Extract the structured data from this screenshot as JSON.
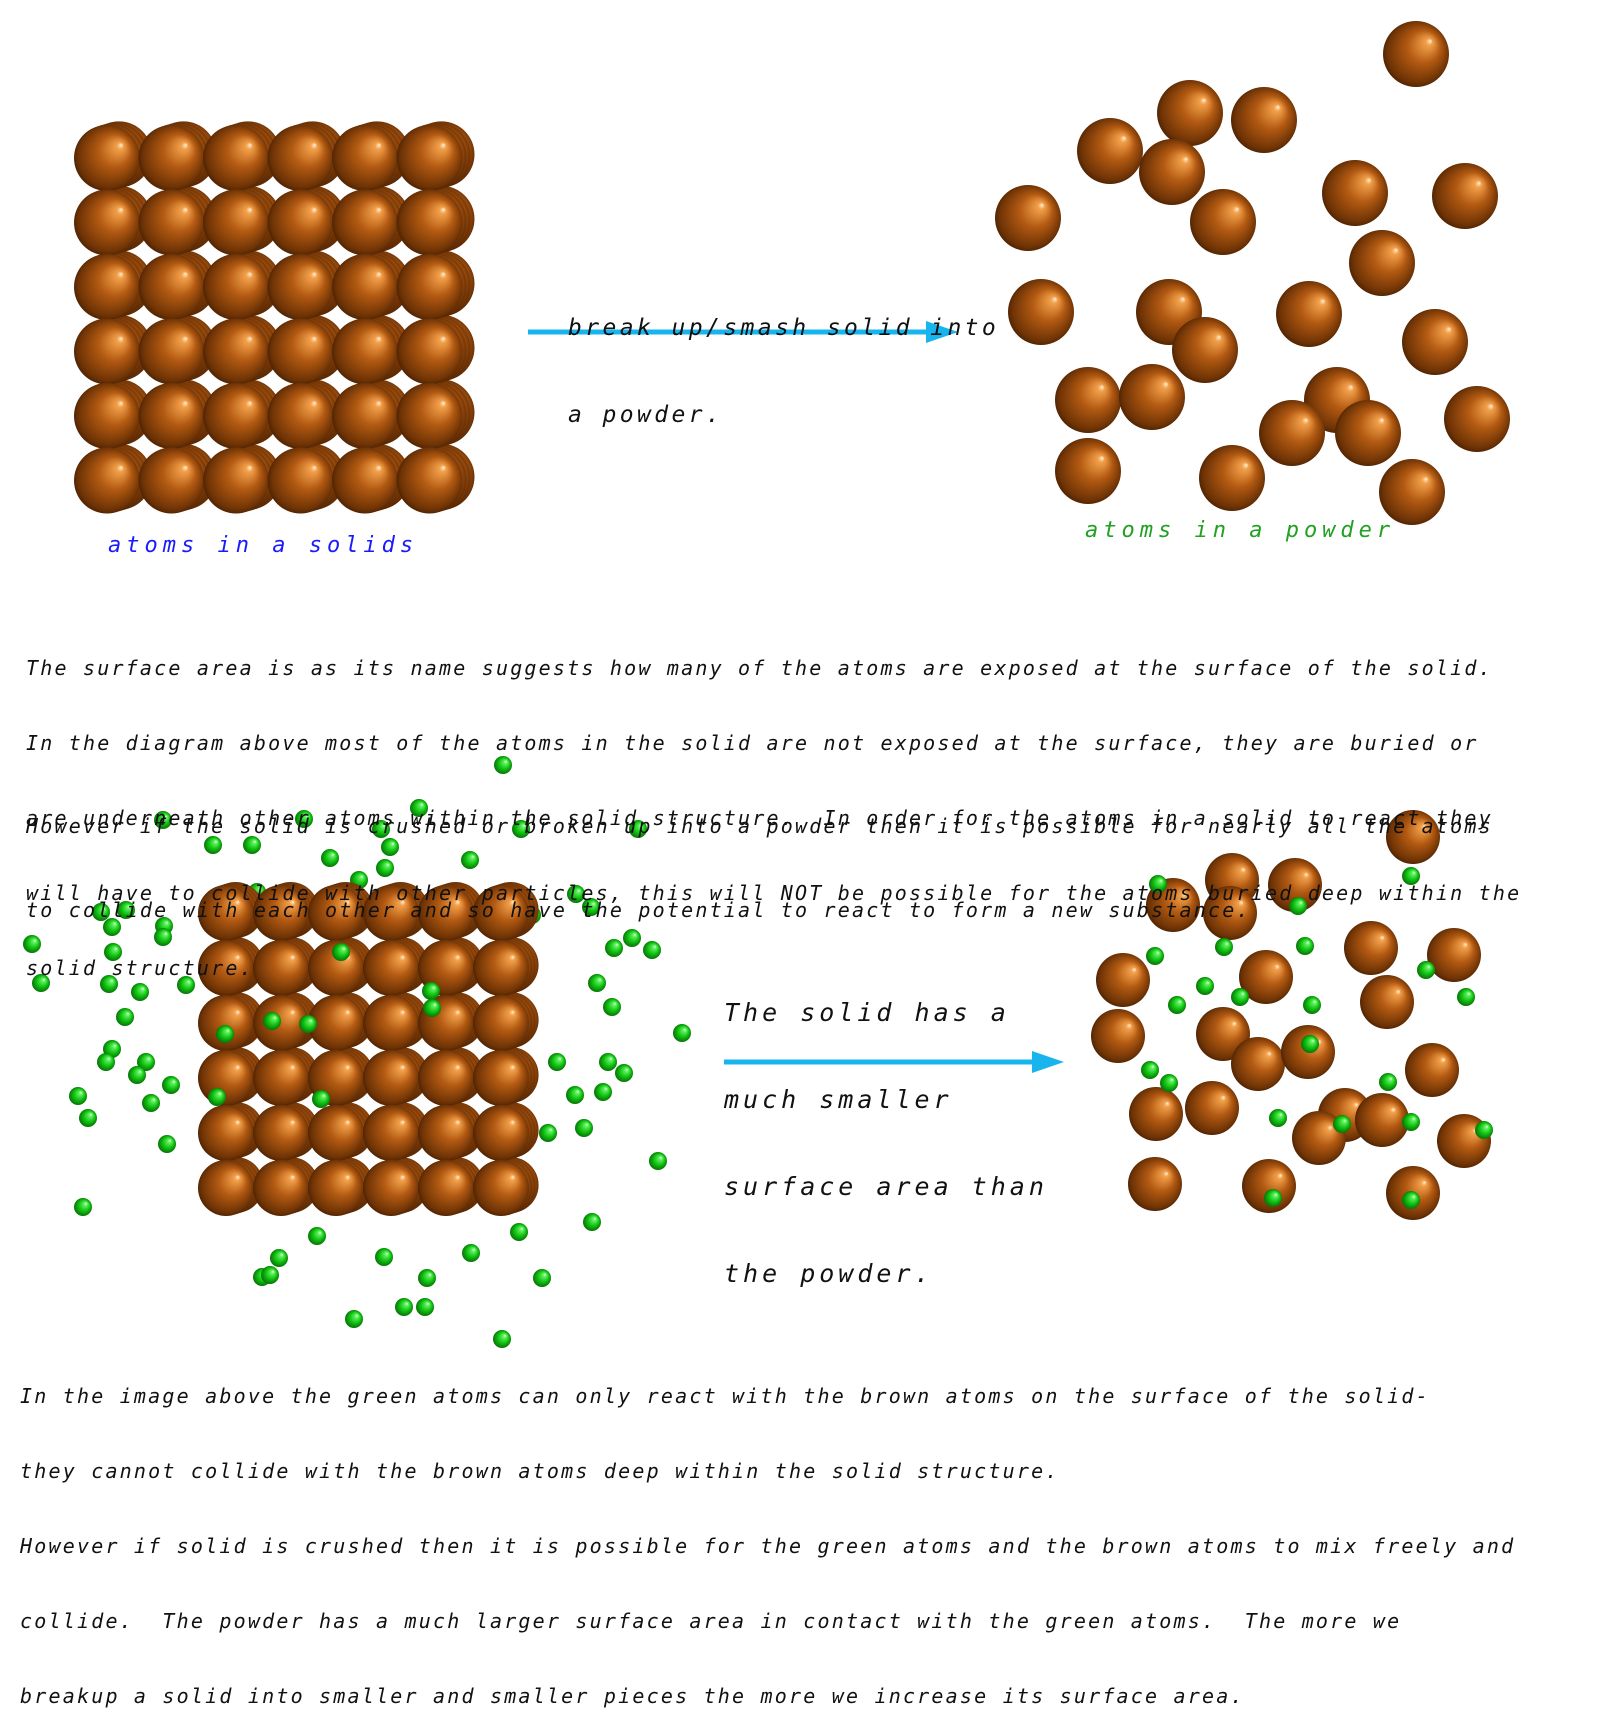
{
  "colors": {
    "atom_brown": "#b35a12",
    "atom_green": "#1fd11f",
    "arrow": "#18b4ee",
    "label_solid": "#1a1aff",
    "label_powder": "#22a022"
  },
  "top": {
    "arrow_text": [
      "break up/smash solid into",
      "a powder."
    ],
    "label_solid": "atoms in a solids",
    "label_powder": "atoms in a powder"
  },
  "paragraph1": [
    "The surface area is as its name suggests how many of the atoms are exposed at the surface of the solid.",
    "In the diagram above most of the atoms in the solid are not exposed at the surface, they are buried or",
    "are underneath other atoms within the solid structure.  In order for the atoms in a solid to react they",
    "will have to collide with other particles, this will NOT be possible for the atoms buried deep within the",
    "solid structure."
  ],
  "paragraph2": [
    "However if the solid is crushed or broken up into a powder then it is possible for nearly all the atoms",
    "to collide with each other and so have the potential to react to form a new substance."
  ],
  "bottom": {
    "arrow_text": [
      "The solid has a",
      "much smaller",
      "surface area than",
      "the powder."
    ]
  },
  "paragraph3": [
    "In the image above the green atoms can only react with the brown atoms on the surface of the solid-",
    "they cannot collide with the brown atoms deep within the solid structure.",
    "However if solid is crushed then it is possible for the green atoms and the brown atoms to mix freely and",
    "collide.  The powder has a much larger surface area in contact with the green atoms.  The more we",
    "breakup a solid into smaller and smaller pieces the more we increase its surface area."
  ]
}
